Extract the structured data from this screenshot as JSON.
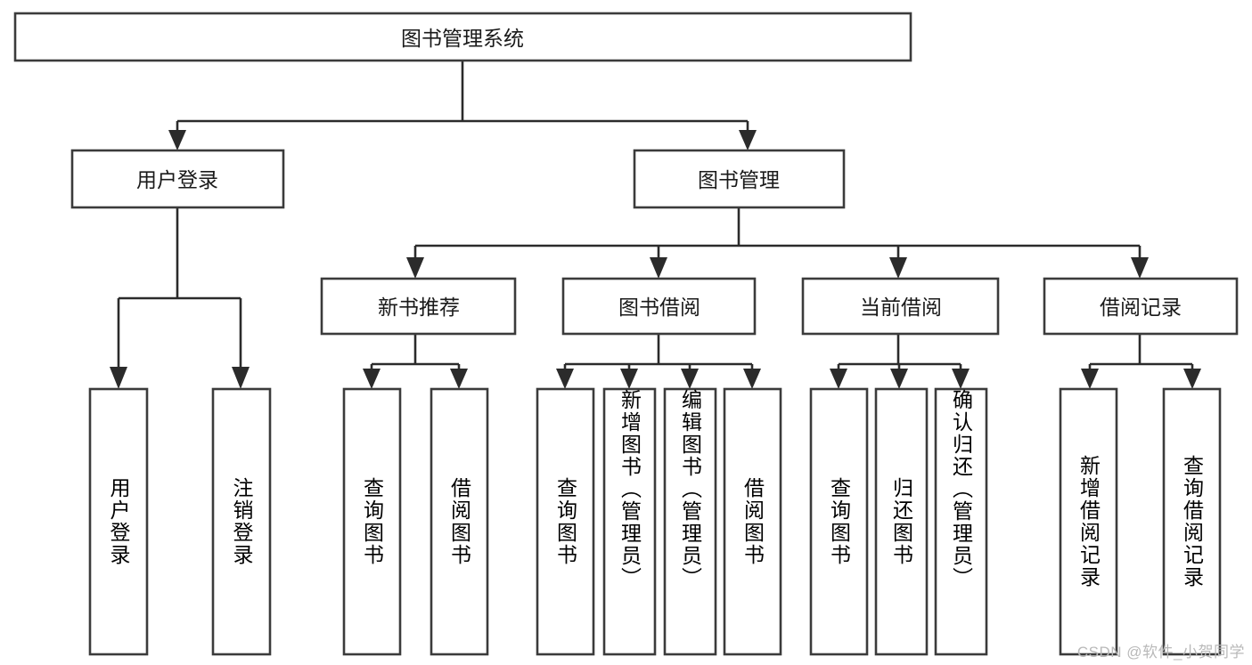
{
  "diagram": {
    "type": "tree-hierarchy-chart",
    "title": "图书管理系统",
    "watermark": "CSDN @软件_小贺同学",
    "colors": {
      "box_fill": "#ffffff",
      "box_stroke": "#3b3b3b",
      "connector": "#2b2b2b",
      "text": "#1a1a1a",
      "watermark": "#b9b9b9",
      "background": "#ffffff"
    },
    "levels": {
      "root": {
        "label": "图书管理系统",
        "orientation": "horizontal"
      },
      "level2": [
        {
          "id": "user-login",
          "label": "用户登录",
          "orientation": "horizontal"
        },
        {
          "id": "book-manage",
          "label": "图书管理",
          "orientation": "horizontal"
        }
      ],
      "level3": [
        {
          "id": "new-book-recommend",
          "label": "新书推荐",
          "orientation": "horizontal",
          "parent": "book-manage"
        },
        {
          "id": "book-borrow",
          "label": "图书借阅",
          "orientation": "horizontal",
          "parent": "book-manage"
        },
        {
          "id": "current-borrow",
          "label": "当前借阅",
          "orientation": "horizontal",
          "parent": "book-manage"
        },
        {
          "id": "borrow-record",
          "label": "借阅记录",
          "orientation": "horizontal",
          "parent": "book-manage"
        }
      ],
      "leaves": [
        {
          "id": "leaf-user-login",
          "label": "用户登录",
          "orientation": "vertical",
          "parent": "user-login"
        },
        {
          "id": "leaf-logout-login",
          "label": "注销登录",
          "orientation": "vertical",
          "parent": "user-login"
        },
        {
          "id": "leaf-query-book-rec",
          "label": "查询图书",
          "orientation": "vertical",
          "parent": "new-book-recommend"
        },
        {
          "id": "leaf-borrow-book-rec",
          "label": "借阅图书",
          "orientation": "vertical",
          "parent": "new-book-recommend"
        },
        {
          "id": "leaf-query-book-borrow",
          "label": "查询图书",
          "orientation": "vertical",
          "parent": "book-borrow"
        },
        {
          "id": "leaf-add-book-admin",
          "label": "新增图书（管理员）",
          "orientation": "vertical",
          "parent": "book-borrow"
        },
        {
          "id": "leaf-edit-book-admin",
          "label": "编辑图书（管理员）",
          "orientation": "vertical",
          "parent": "book-borrow"
        },
        {
          "id": "leaf-borrow-book",
          "label": "借阅图书",
          "orientation": "vertical",
          "parent": "book-borrow"
        },
        {
          "id": "leaf-query-book-current",
          "label": "查询图书",
          "orientation": "vertical",
          "parent": "current-borrow"
        },
        {
          "id": "leaf-return-book",
          "label": "归还图书",
          "orientation": "vertical",
          "parent": "current-borrow"
        },
        {
          "id": "leaf-confirm-return-admin",
          "label": "确认归还（管理员）",
          "orientation": "vertical",
          "parent": "current-borrow"
        },
        {
          "id": "leaf-add-borrow-record",
          "label": "新增借阅记录",
          "orientation": "vertical",
          "parent": "borrow-record"
        },
        {
          "id": "leaf-query-borrow-record",
          "label": "查询借阅记录",
          "orientation": "vertical",
          "parent": "borrow-record"
        }
      ]
    }
  }
}
